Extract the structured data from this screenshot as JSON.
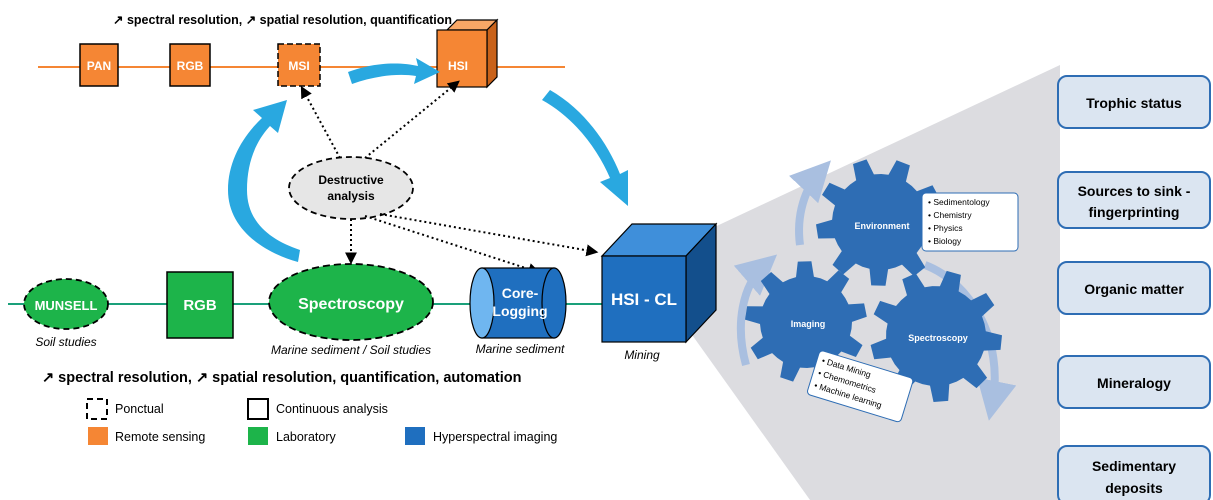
{
  "top_timeline": {
    "header": "↗ spectral resolution, ↗ spatial resolution, quantification",
    "nodes": [
      "PAN",
      "RGB",
      "MSI",
      "HSI"
    ]
  },
  "destructive": {
    "line1": "Destructive",
    "line2": "analysis"
  },
  "bottom_timeline": {
    "munsell": "MUNSELL",
    "rgb": "RGB",
    "spectroscopy": "Spectroscopy",
    "core_line1": "Core-",
    "core_line2": "Logging",
    "hsi_cl": "HSI - CL",
    "captions": {
      "soil": "Soil studies",
      "marine_soil": "Marine sediment / Soil studies",
      "marine": "Marine sediment",
      "mining": "Mining"
    },
    "footer": "↗ spectral resolution, ↗ spatial resolution, quantification, automation"
  },
  "legend": {
    "ponctual": "Ponctual",
    "continuous": "Continuous analysis",
    "remote": "Remote sensing",
    "laboratory": "Laboratory",
    "hyperspectral": "Hyperspectral imaging"
  },
  "gears": {
    "environment": {
      "label": "Environment",
      "items": [
        "• Sedimentology",
        "• Chemistry",
        "• Physics",
        "• Biology"
      ]
    },
    "imaging": {
      "label": "Imaging",
      "items": [
        "• Data Mining",
        "• Chemometrics",
        "• Machine learning"
      ]
    },
    "spectroscopy": {
      "label": "Spectroscopy"
    }
  },
  "applications": {
    "trophic": "Trophic status",
    "sources_line1": "Sources to sink -",
    "sources_line2": "fingerprinting",
    "organic": "Organic matter",
    "mineralogy": "Mineralogy",
    "sedimentary_line1": "Sedimentary",
    "sedimentary_line2": "deposits"
  },
  "colors": {
    "orange": "#f58634",
    "green": "#1db44a",
    "blue": "#1f6fbf",
    "arrow": "#29a8e0",
    "app_box": "#dbe5f1",
    "app_border": "#2e6db4",
    "cone": "#d9d9de",
    "gear": "#2e6db4"
  }
}
